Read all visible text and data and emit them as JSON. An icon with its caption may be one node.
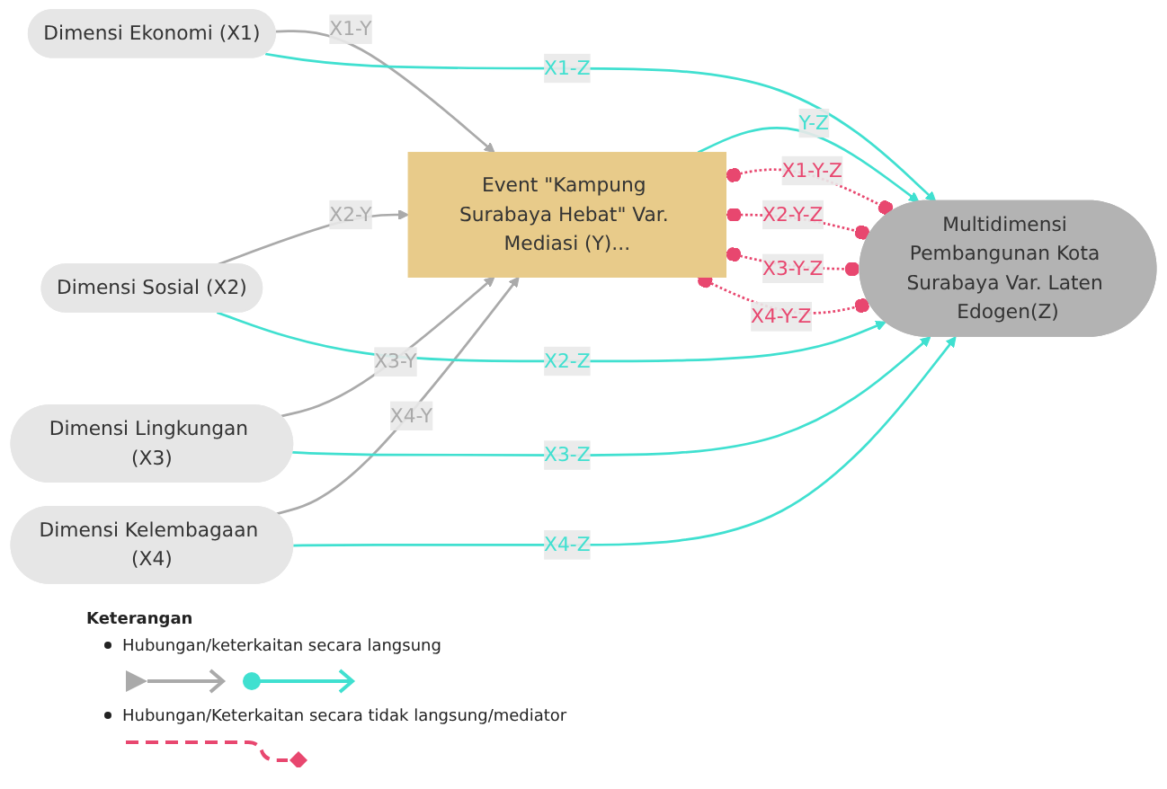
{
  "diagram": {
    "nodes": [
      {
        "text": [
          "Dimensi Ekonomi (X1)"
        ]
      },
      {
        "text": [
          "Dimensi Sosial (X2)"
        ]
      },
      {
        "text": [
          "Dimensi Lingkungan (X3)"
        ]
      },
      {
        "text": [
          "Dimensi Kelembagaan (X4)"
        ]
      },
      {
        "text": [
          "Event \"Kampung Surabaya Hebat\" Var. Mediasi (Y)..."
        ]
      },
      {
        "text": [
          "Multidimensi Pembangunan Kota Surabaya Var. Laten Edogen(Z)"
        ]
      }
    ],
    "edges": [
      {
        "from": 0,
        "to": 4,
        "arrow": "to",
        "label": "X1-Y",
        "color": "#aaaaaa"
      },
      {
        "from": 1,
        "to": 4,
        "arrow": "to",
        "label": "X2-Y",
        "color": "#aaaaaa"
      },
      {
        "from": 2,
        "to": 4,
        "arrow": "to",
        "label": "X3-Y",
        "color": "#aaaaaa"
      },
      {
        "from": 3,
        "to": 4,
        "arrow": "to",
        "label": "X4-Y",
        "color": "#aaaaaa"
      },
      {
        "from": 0,
        "to": 5,
        "arrow": "to",
        "label": "X1-Z"
      },
      {
        "from": 1,
        "to": 5,
        "arrow": "to",
        "label": "X2-Z"
      },
      {
        "from": 2,
        "to": 5,
        "arrow": "to",
        "label": "X3-Z"
      },
      {
        "from": 3,
        "to": 5,
        "arrow": "to",
        "label": "X4-Z"
      },
      {
        "from": 4,
        "to": 5,
        "arrow": "to",
        "label": "Y-Z"
      },
      {
        "from": 4,
        "to": 5,
        "arrow": "other",
        "label": "X1-Y-Z",
        "style": "dashed",
        "color": "#e8476f"
      },
      {
        "from": 4,
        "to": 5,
        "arrow": "other",
        "label": "X2-Y-Z",
        "style": "dashed",
        "color": "#e8476f"
      },
      {
        "from": 4,
        "to": 5,
        "arrow": "other",
        "label": "X3-Y-Z",
        "style": "dashed",
        "color": "#e8476f"
      },
      {
        "from": 4,
        "to": 5,
        "arrow": "other",
        "label": "X4-Y-Z",
        "style": "dashed",
        "color": "#e8476f"
      }
    ],
    "labels": [
      "Keterangan"
    ],
    "legend": [
      {
        "text": "Hubungan/keterkaitan secara langsung"
      },
      {
        "text": "Hubungan/Keterkaitan secara tidak langsung/mediator"
      }
    ]
  }
}
